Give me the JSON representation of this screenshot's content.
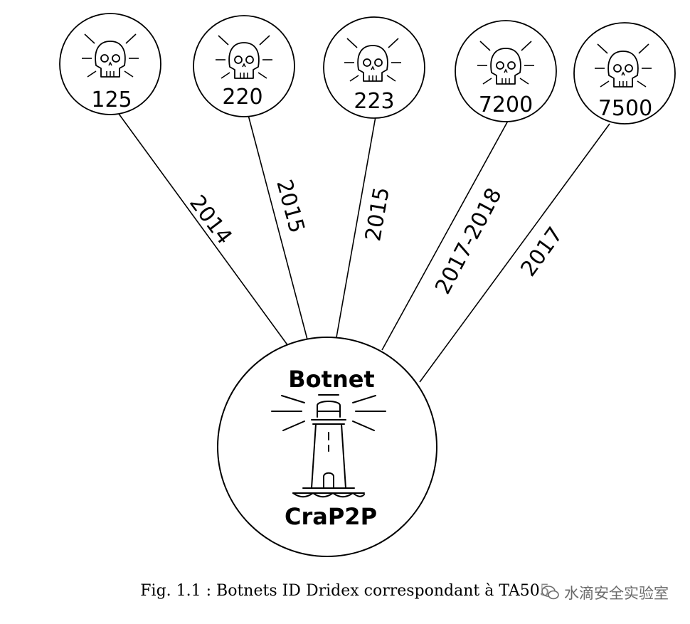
{
  "diagram": {
    "center": {
      "title": "Botnet",
      "subtitle": "CraP2P"
    },
    "nodes": [
      {
        "id": "125",
        "year": "2014"
      },
      {
        "id": "220",
        "year": "2015"
      },
      {
        "id": "223",
        "year": "2015"
      },
      {
        "id": "7200",
        "year": "2017-2018"
      },
      {
        "id": "7500",
        "year": "2017"
      }
    ]
  },
  "caption": "Fig. 1.1 :  Botnets ID Dridex correspondant à TA505",
  "watermark": "水滴安全实验室",
  "colors": {
    "stroke": "#000000",
    "background": "#ffffff",
    "watermark": "#6a6a6a"
  }
}
